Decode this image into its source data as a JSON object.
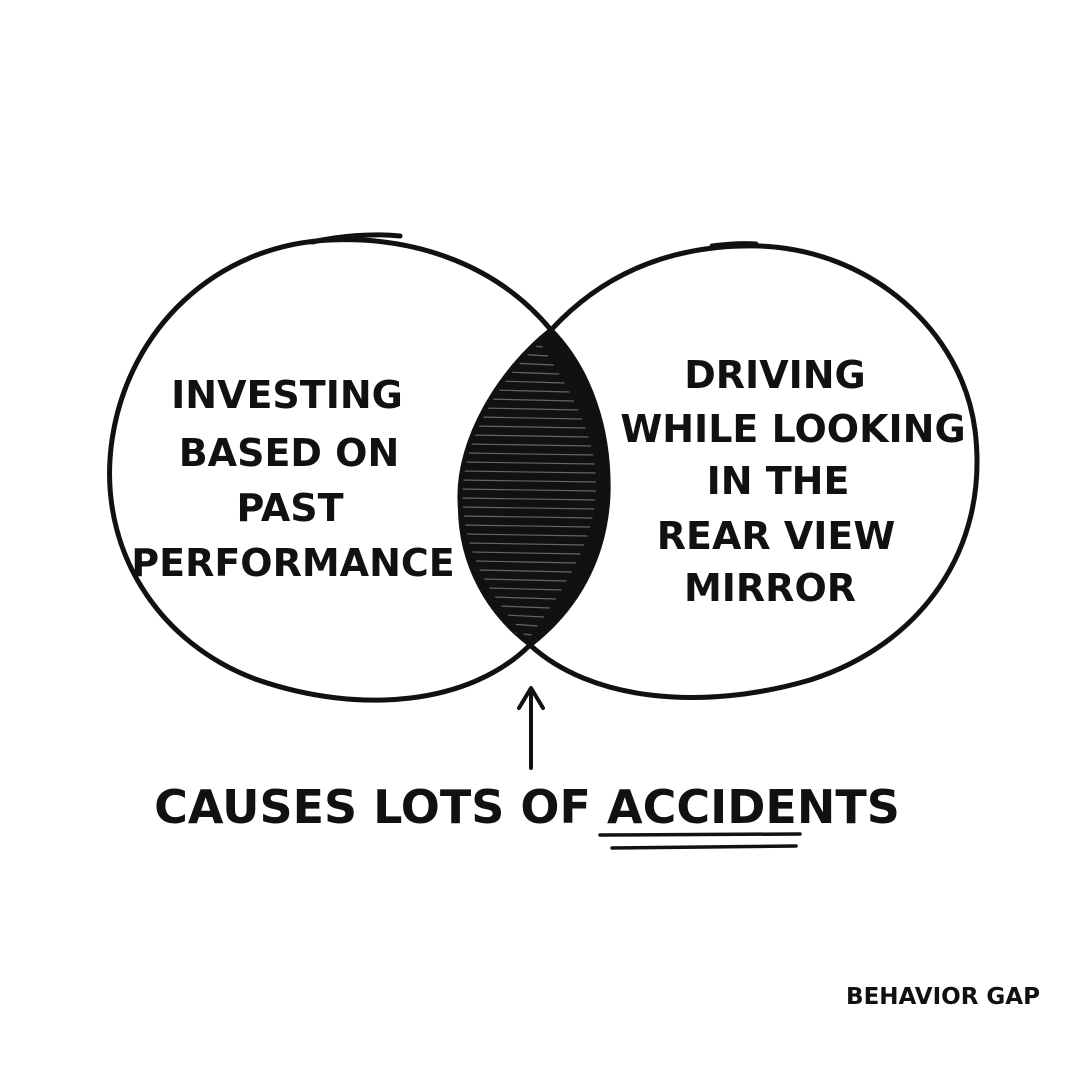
{
  "diagram": {
    "left_circle": {
      "lines": [
        "INVESTING",
        "BASED ON",
        "PAST",
        "PERFORMANCE"
      ]
    },
    "right_circle": {
      "lines": [
        "DRIVING",
        "WHILE LOOKING",
        "IN THE",
        "REAR VIEW",
        "MIRROR"
      ]
    },
    "overlap_fill_color": "#111111",
    "caption": {
      "lead": "CAUSES LOTS OF ",
      "emphasis": "ACCIDENTS"
    }
  },
  "footer": {
    "signature": "BEHAVIOR GAP"
  }
}
